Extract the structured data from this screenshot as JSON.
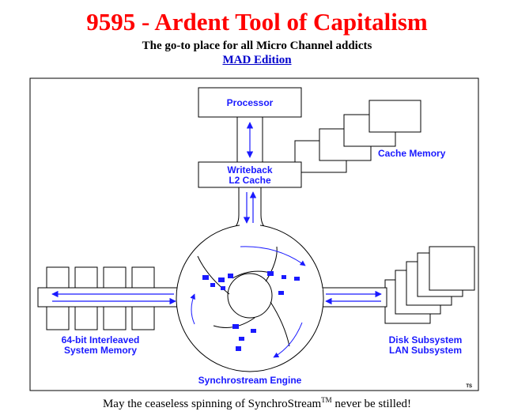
{
  "header": {
    "title": "9595 - Ardent Tool of Capitalism",
    "subtitle": "The go-to place for all Micro Channel addicts",
    "edition_link": "MAD Edition"
  },
  "diagram": {
    "processor_label": "Processor",
    "writeback_line1": "Writeback",
    "writeback_line2": "L2 Cache",
    "cache_memory_label": "Cache Memory",
    "memory_line1": "64-bit Interleaved",
    "memory_line2": "System Memory",
    "disk_line1": "Disk Subsystem",
    "disk_line2": "LAN Subsystem",
    "engine_label": "Synchrostream Engine",
    "signature": "TS"
  },
  "footer": {
    "text_before": "May the ceaseless spinning of SynchroStream",
    "trademark": "TM",
    "text_after": " never be stilled!"
  },
  "colors": {
    "title": "#ff0000",
    "link": "#0000cc",
    "diagram_text": "#1a1aff",
    "data_block": "#1a1aff"
  }
}
